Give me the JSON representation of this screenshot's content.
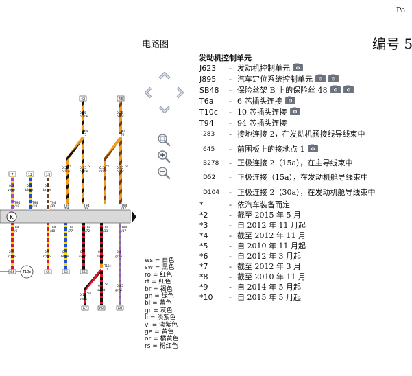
{
  "page": {
    "page_label": "Pa",
    "title": "电路图",
    "doc_number": "编号 5"
  },
  "icons": {
    "nav": [
      "arrow-up-icon",
      "arrow-left-icon",
      "arrow-right-icon",
      "arrow-down-icon"
    ],
    "zoom": [
      "zoom-fit-icon",
      "zoom-in-icon",
      "zoom-out-icon"
    ],
    "photo": "camera-icon"
  },
  "legend": {
    "title": "发动机控制单元",
    "items": [
      {
        "code": "J623",
        "desc": "发动机控制单元",
        "cameras": 1
      },
      {
        "code": "J895",
        "desc": "汽车定位系统控制单元",
        "cameras": 2
      },
      {
        "code": "SB48",
        "desc": "保险丝架 B 上的保险丝 48",
        "cameras": 2
      },
      {
        "code": "T6a",
        "desc": "6 芯插头连接",
        "cameras": 1
      },
      {
        "code": "T10c",
        "desc": "10 芯插头连接",
        "cameras": 1
      },
      {
        "code": "T94",
        "desc": "94 芯插头连接",
        "cameras": 0
      },
      {
        "code": "283",
        "desc": "接地连接 2，在发动机预接线导线束中",
        "cameras": 0
      },
      {
        "code": "645",
        "desc": "前围板上的接地点 1",
        "cameras": 1
      },
      {
        "code": "B278",
        "desc": "正极连接 2（15a），在主导线束中",
        "cameras": 0
      },
      {
        "code": "D52",
        "desc": "正极连接（15a），在发动机舱导线束中",
        "cameras": 0
      },
      {
        "code": "D104",
        "desc": "正极连接 2（30a），在发动机舱导线束中",
        "cameras": 0
      },
      {
        "code": "*",
        "desc": "依汽车装备而定",
        "cameras": 0
      },
      {
        "code": "*2",
        "desc": "截至 2015 年 5 月",
        "cameras": 0
      },
      {
        "code": "*3",
        "desc": "自 2012 年 11 月起",
        "cameras": 0
      },
      {
        "code": "*4",
        "desc": "截至 2012 年 11 月",
        "cameras": 0
      },
      {
        "code": "*5",
        "desc": "自 2010 年 11 月起",
        "cameras": 0
      },
      {
        "code": "*6",
        "desc": "自 2012 年 3 月起",
        "cameras": 0
      },
      {
        "code": "*7",
        "desc": "截至 2012 年 3 月",
        "cameras": 0
      },
      {
        "code": "*8",
        "desc": "截至 2010 年 11 月",
        "cameras": 0
      },
      {
        "code": "*9",
        "desc": "自 2014 年 5 月起",
        "cameras": 0
      },
      {
        "code": "*10",
        "desc": "自 2015 年 5 月起",
        "cameras": 0
      }
    ]
  },
  "colors": [
    "ws = 白色",
    "sw = 黑色",
    "ro = 红色",
    "rt = 红色",
    "br = 褐色",
    "gn = 绿色",
    "bl = 蓝色",
    "gr = 灰色",
    "li = 淡紫色",
    "vi = 淡紫色",
    "ge = 黄色",
    "or = 橘黄色",
    "rs = 粉红色"
  ],
  "diagram": {
    "top_boxes": [
      "42",
      "43"
    ],
    "top_wires": [
      {
        "gauge": "0.35",
        "color": "or/sw",
        "pin": "T6a",
        "pin_no": "/5"
      },
      {
        "gauge": "0.35",
        "color": "or/br",
        "pin": "T6a",
        "pin_no": "/6"
      }
    ],
    "mid_wires": [
      {
        "gauge": "0.5",
        "mark": "*5",
        "color": "or/sw"
      },
      {
        "gauge": "0.35",
        "mark": "*2",
        "color": "or/sw"
      },
      {
        "gauge": "0.5",
        "mark": "*5",
        "color": "or/br"
      },
      {
        "gauge": "0.35",
        "mark": "*2",
        "color": "or/br"
      }
    ],
    "left_boxes": [
      "7",
      "12",
      "13"
    ],
    "left_wires": [
      {
        "gauge": "0.5",
        "color": "vi/ge",
        "pin": "T94",
        "pin_no": "/19"
      },
      {
        "gauge": "0.5",
        "color": "bl/ge",
        "pin": "T94",
        "pin_no": "/18"
      },
      {
        "gauge": "0.5",
        "color": "br/ws",
        "pin": "T94",
        "pin_no": "/30"
      }
    ],
    "pin_row": [
      {
        "pin": "T94",
        "pin_no": "/69"
      },
      {
        "pin": "T94",
        "pin_no": "/88"
      },
      {
        "pin": "T94",
        "pin_no": "/87"
      }
    ],
    "lower_pins": [
      {
        "pin": "T94",
        "pin_no": "/6"
      },
      {
        "pin": "T94",
        "pin_no": "/48"
      },
      {
        "pin": "T94",
        "pin_no": "/77"
      },
      {
        "pin": "T94",
        "pin_no": "/72"
      },
      {
        "pin": "T94",
        "pin_no": "/33"
      },
      {
        "pin": "T94",
        "pin_no": "/37"
      }
    ],
    "lower_wires": [
      {
        "gauge": "2.5",
        "color": "rt/ge"
      },
      {
        "gauge": "0.5",
        "color": "rt/ge"
      },
      {
        "gauge": "0.5",
        "color": "bl/ge"
      },
      {
        "gauge": "0.5",
        "color": "sw/rt"
      },
      {
        "gauge": "0.5",
        "color": "sw/rt"
      },
      {
        "gauge": "0.5",
        "color": "gr/vi"
      }
    ],
    "component_label": "T10c",
    "bottom_wires": [
      {
        "gauge": "0.13",
        "mark": "*10",
        "color": "sw/rt"
      },
      {
        "gauge": "0.5",
        "mark": "*2",
        "color": "sw/rt"
      },
      {
        "gauge": "0.35",
        "color": "gr/vi"
      }
    ],
    "connector_labels": [
      "T10c",
      "/1"
    ],
    "bottom_boxes": [
      "64",
      "65",
      "63",
      "66",
      "67",
      "68",
      "69"
    ],
    "ecu_symbol": "K"
  }
}
